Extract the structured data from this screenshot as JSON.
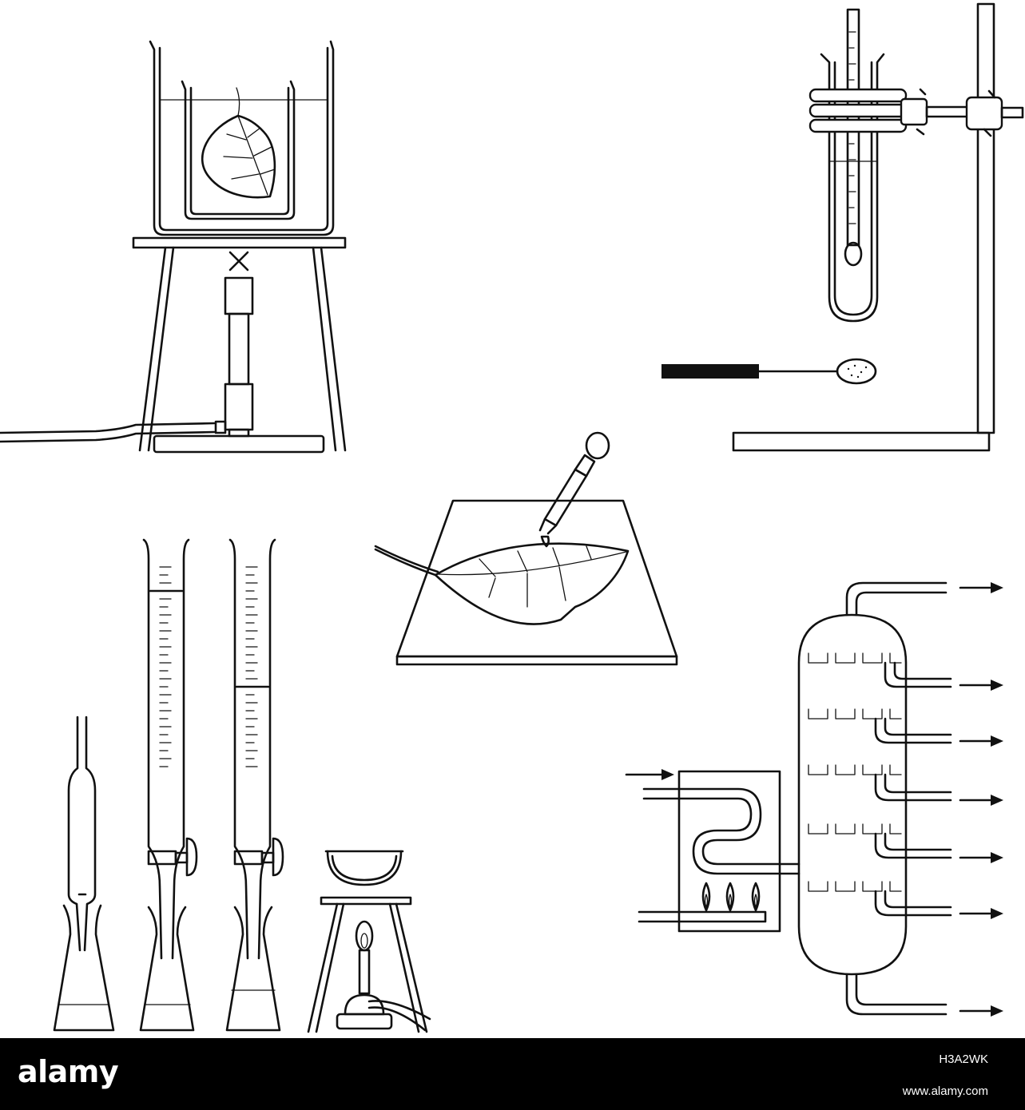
{
  "footer": {
    "logo_text": "alamy",
    "image_id": "H3A2WK",
    "site_url": "www.alamy.com"
  },
  "colors": {
    "line": "#111111",
    "background": "#ffffff",
    "footer_bar": "#000000",
    "footer_text": "#ffffff"
  },
  "icons": [
    "leaf-in-beaker-on-tripod-burner",
    "test-tube-thermometer-clamp-stand",
    "leaf-with-dropper-on-tile",
    "pipette-burettes-flasks-evaporating-dish",
    "fractional-distillation-column"
  ]
}
